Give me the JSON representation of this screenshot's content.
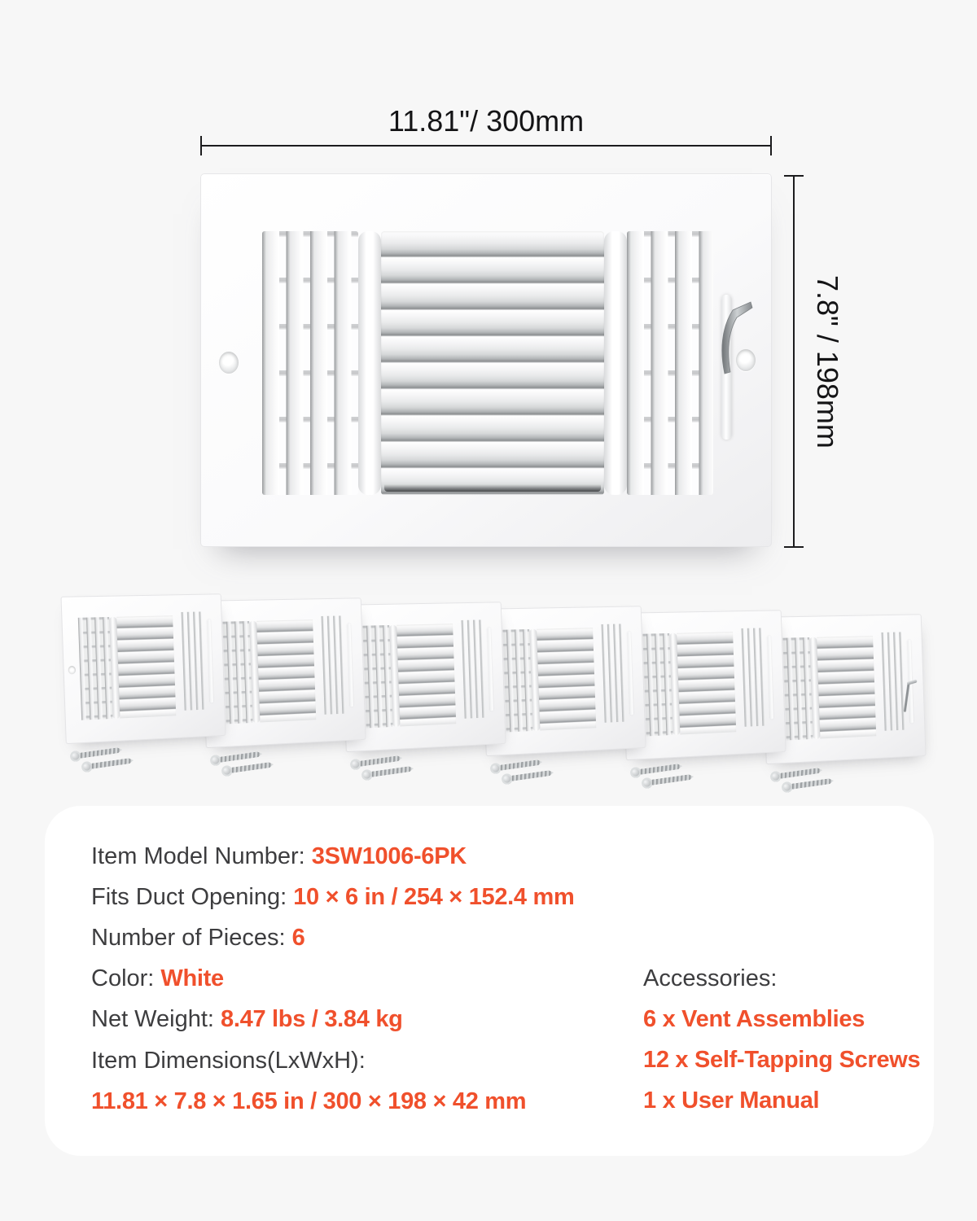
{
  "page": {
    "accent_color": "#f0502c",
    "text_color": "#3d3d3f",
    "dimension_text_color": "#141416",
    "card_background": "#ffffff",
    "page_background": "#f7f7f7"
  },
  "dimensions": {
    "width_label": "11.81\"/ 300mm",
    "height_label": "7.8\" / 198mm"
  },
  "package": {
    "pieces": 6,
    "screws_per_vent": 2
  },
  "specs": {
    "rows": [
      {
        "label": "Item Model Number: ",
        "value": "3SW1006-6PK"
      },
      {
        "label": "Fits Duct Opening: ",
        "value": "10 × 6 in / 254 × 152.4 mm"
      },
      {
        "label": "Number of Pieces: ",
        "value": "6"
      },
      {
        "label": "Color: ",
        "value": "White"
      },
      {
        "label": "Net Weight: ",
        "value": "8.47 lbs / 3.84 kg"
      },
      {
        "label": "Item Dimensions(LxWxH):",
        "value": ""
      },
      {
        "label": "",
        "value": "11.81 × 7.8 × 1.65 in / 300 × 198 × 42 mm"
      }
    ]
  },
  "accessories": {
    "title": "Accessories:",
    "items": [
      "6 x Vent Assemblies",
      "12 x Self-Tapping Screws",
      "1 x User Manual"
    ]
  }
}
